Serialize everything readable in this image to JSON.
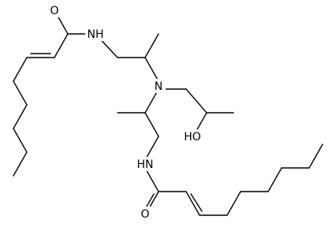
{
  "molecule": {
    "atoms": {
      "o_top": "O",
      "nh_top": "NH",
      "n_center": "N",
      "ho": "HO",
      "hn_bottom": "HN",
      "o_bottom": "O"
    }
  },
  "colors": {
    "bond": "#000000",
    "background": "#ffffff"
  }
}
